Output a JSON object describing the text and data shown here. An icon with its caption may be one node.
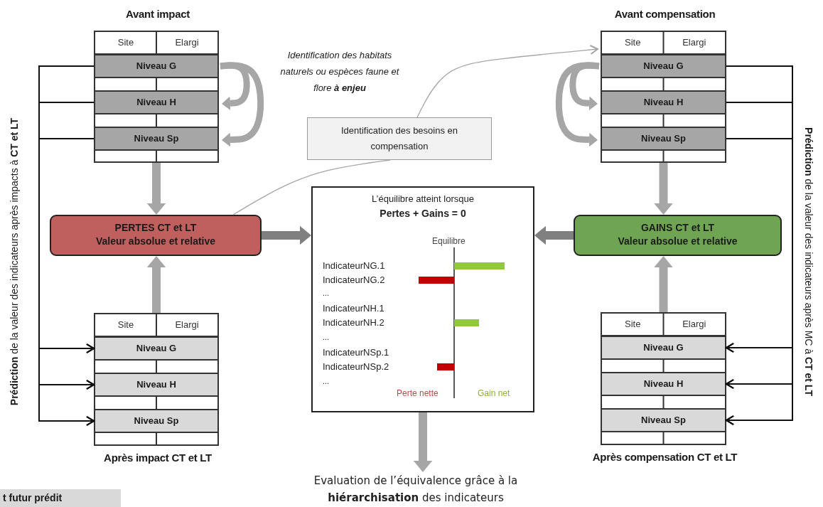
{
  "diagram": {
    "nodes": [
      {
        "text": [
          "Avant impact",
          "Site",
          "Elargi"
        ]
      },
      {
        "text": [
          "Niveau G"
        ],
        "in": 0
      },
      {
        "text": [
          "Niveau H"
        ],
        "in": 0
      },
      {
        "text": [
          "Niveau Sp"
        ],
        "in": 0
      },
      {
        "text": [
          "Avant compensation",
          "Site",
          "Elargi"
        ]
      },
      {
        "text": [
          "Niveau G"
        ],
        "in": 4
      },
      {
        "text": [
          "Niveau H"
        ],
        "in": 4
      },
      {
        "text": [
          "Niveau Sp"
        ],
        "in": 4
      },
      {
        "text": [
          "PERTES CT et LT",
          "Valeur absolue et relative"
        ]
      },
      {
        "text": [
          "GAINS CT et LT",
          "Valeur absolue et relative"
        ]
      },
      {
        "text": [
          "L’équilibre atteint lorsque",
          "Pertes + Gains = 0",
          "Equilibre",
          "IndicateurNG.1",
          "IndicateurNG.2",
          "...",
          "IndicateurNH.1",
          "IndicateurNH.2",
          "...",
          "IndicateurNSp.1",
          "IndicateurNSp.2",
          "...",
          "Perte nette",
          "Gain net"
        ]
      },
      {
        "text": [
          "Site",
          "Elargi",
          "Après impact CT et LT"
        ]
      },
      {
        "text": [
          "Niveau G"
        ],
        "in": 11
      },
      {
        "text": [
          "Niveau H"
        ],
        "in": 11
      },
      {
        "text": [
          "Niveau Sp"
        ],
        "in": 11
      },
      {
        "text": [
          "Site",
          "Elargi",
          "Après compensation CT et LT"
        ]
      },
      {
        "text": [
          "Niveau G"
        ],
        "in": 15
      },
      {
        "text": [
          "Niveau H"
        ],
        "in": 15
      },
      {
        "text": [
          "Niveau Sp"
        ],
        "in": 15
      },
      {
        "text": [
          "Identification des besoins en compensation"
        ]
      },
      {
        "text": [
          "Evaluation de l’équivalence grâce à la **hiérarchisation** des indicateurs"
        ]
      }
    ],
    "edges": [
      {
        "from": 0,
        "to": 8,
        "arrow": "to",
        "style": "thick",
        "color": "#a6a6a6"
      },
      {
        "from": 11,
        "to": 8,
        "arrow": "to",
        "style": "thick",
        "color": "#a6a6a6"
      },
      {
        "from": 4,
        "to": 9,
        "arrow": "to",
        "style": "thick",
        "color": "#a6a6a6"
      },
      {
        "from": 15,
        "to": 9,
        "arrow": "to",
        "style": "thick",
        "color": "#a6a6a6"
      },
      {
        "from": 8,
        "to": 10,
        "arrow": "to",
        "style": "thick",
        "color": "#808080"
      },
      {
        "from": 9,
        "to": 10,
        "arrow": "to",
        "style": "thick",
        "color": "#808080"
      },
      {
        "from": 10,
        "to": 20,
        "arrow": "to",
        "style": "thick",
        "color": "#a6a6a6"
      },
      {
        "from": 1,
        "to": 2,
        "arrow": "to",
        "style": "thick",
        "color": "#a6a6a6"
      },
      {
        "from": 1,
        "to": 3,
        "arrow": "to",
        "style": "thick",
        "color": "#a6a6a6"
      },
      {
        "from": 5,
        "to": 6,
        "arrow": "to",
        "style": "thick",
        "color": "#a6a6a6"
      },
      {
        "from": 5,
        "to": 7,
        "arrow": "to",
        "style": "thick",
        "color": "#a6a6a6"
      },
      {
        "from": 8,
        "to": 19,
        "arrow": "none",
        "color": "#a6a6a6"
      },
      {
        "from": 19,
        "to": 4,
        "arrow": "to",
        "color": "#a6a6a6"
      },
      {
        "from": 1,
        "to": 12,
        "arrow": "to"
      },
      {
        "from": 1,
        "to": 13,
        "arrow": "to"
      },
      {
        "from": 1,
        "to": 14,
        "arrow": "to"
      },
      {
        "from": 2,
        "to": 12,
        "arrow": "to"
      },
      {
        "from": 2,
        "to": 13,
        "arrow": "to"
      },
      {
        "from": 2,
        "to": 14,
        "arrow": "to"
      },
      {
        "from": 3,
        "to": 12,
        "arrow": "to"
      },
      {
        "from": 3,
        "to": 13,
        "arrow": "to"
      },
      {
        "from": 3,
        "to": 14,
        "arrow": "to"
      },
      {
        "from": 5,
        "to": 16,
        "arrow": "to"
      },
      {
        "from": 5,
        "to": 17,
        "arrow": "to"
      },
      {
        "from": 5,
        "to": 18,
        "arrow": "to"
      },
      {
        "from": 6,
        "to": 16,
        "arrow": "to"
      },
      {
        "from": 6,
        "to": 17,
        "arrow": "to"
      },
      {
        "from": 6,
        "to": 18,
        "arrow": "to"
      },
      {
        "from": 7,
        "to": 16,
        "arrow": "to"
      },
      {
        "from": 7,
        "to": 17,
        "arrow": "to"
      },
      {
        "from": 7,
        "to": 18,
        "arrow": "to"
      }
    ],
    "labels": [
      "Identification des habitats naturels ou espèces faune et flore **à enjeu**",
      "**Prédiction** de la valeur des indicateurs après impacts à **CT et LT**",
      "**Prédiction** de la valeur des indicateurs après MC à **CT et LT**",
      "t futur prédit"
    ]
  }
}
